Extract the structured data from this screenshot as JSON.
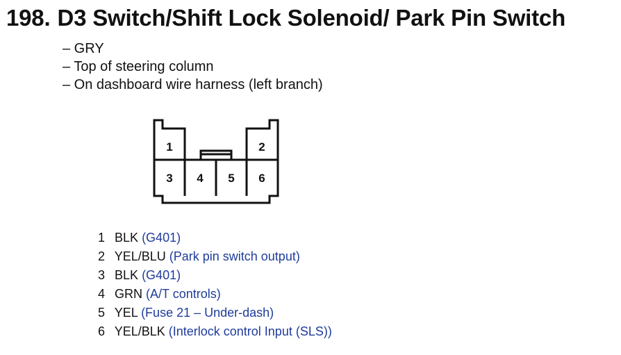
{
  "header": {
    "number": "198.",
    "title": "D3 Switch/Shift Lock Solenoid/ Park Pin Switch"
  },
  "info": [
    "– GRY",
    "– Top of steering column",
    "– On dashboard wire harness (left branch)"
  ],
  "connector": {
    "pins": [
      "1",
      "2",
      "3",
      "4",
      "5",
      "6"
    ]
  },
  "pins": [
    {
      "num": "1",
      "color": "BLK",
      "desc": "(G401)"
    },
    {
      "num": "2",
      "color": "YEL/BLU",
      "desc": "(Park pin switch output)"
    },
    {
      "num": "3",
      "color": "BLK",
      "desc": "(G401)"
    },
    {
      "num": "4",
      "color": "GRN",
      "desc": "(A/T controls)"
    },
    {
      "num": "5",
      "color": "YEL",
      "desc": "(Fuse 21 – Under-dash)"
    },
    {
      "num": "6",
      "color": "YEL/BLK",
      "desc": "(Interlock control Input (SLS))"
    }
  ],
  "colors": {
    "text": "#111111",
    "link": "#1f3c9c",
    "diagram": "#111111"
  }
}
